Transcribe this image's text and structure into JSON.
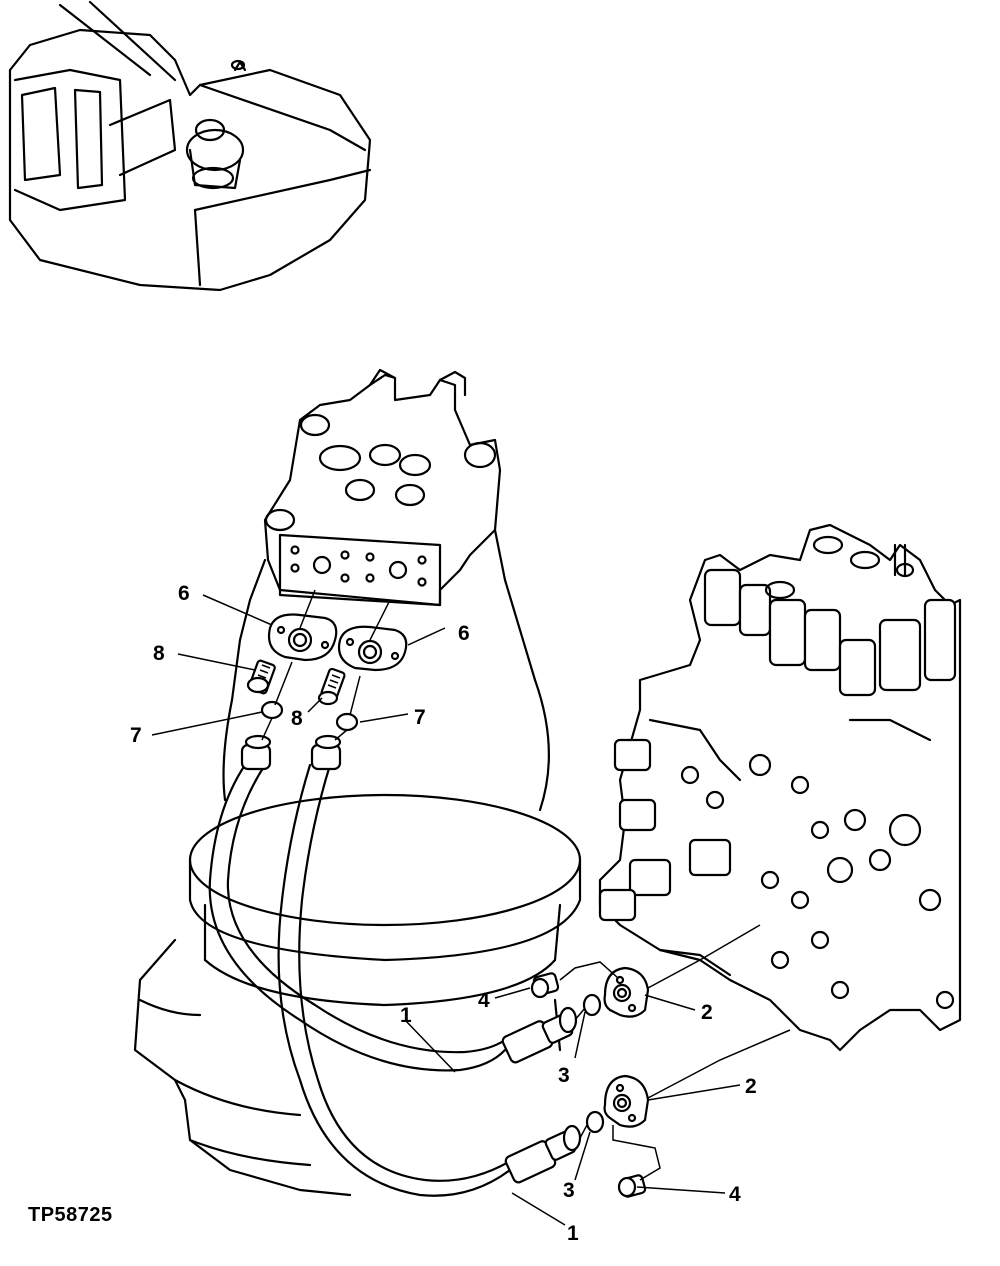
{
  "figure_id": "TP58725",
  "callouts": {
    "c1a": "1",
    "c1b": "1",
    "c2a": "2",
    "c2b": "2",
    "c3a": "3",
    "c3b": "3",
    "c4a": "4",
    "c4b": "4",
    "c6a": "6",
    "c6b": "6",
    "c7a": "7",
    "c7b": "7",
    "c8a": "8",
    "c8b": "8"
  }
}
